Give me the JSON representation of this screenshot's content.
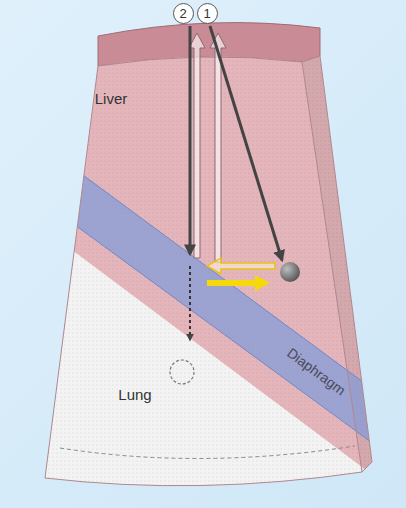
{
  "diagram": {
    "nodes": [
      {
        "text": [
          "2"
        ]
      },
      {
        "text": [
          "1"
        ]
      }
    ],
    "labels": [
      "Liver",
      "Diaphragm",
      "Lung"
    ]
  }
}
